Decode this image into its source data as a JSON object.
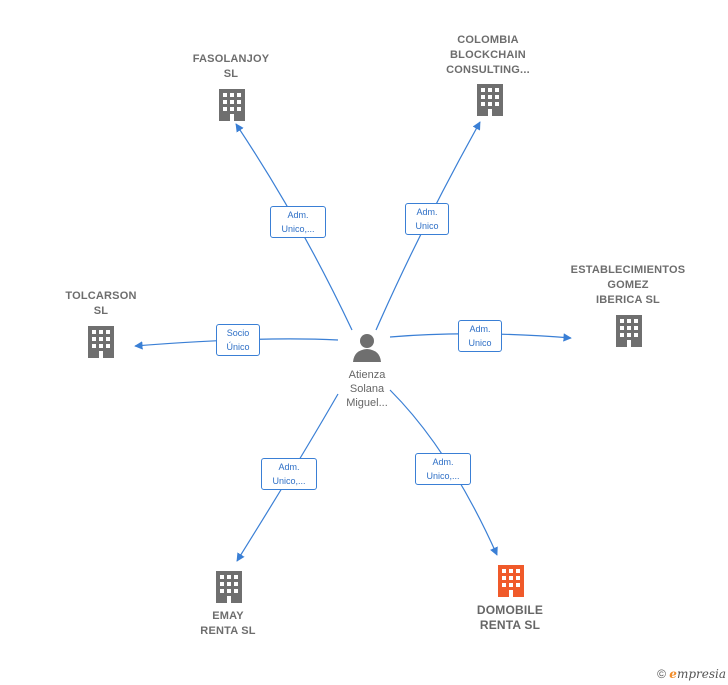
{
  "center": {
    "name_lines": [
      "Atienza",
      "Solana",
      "Miguel..."
    ],
    "icon": "person-icon"
  },
  "companies": [
    {
      "id": "fasolanjoy",
      "lines": [
        "FASOLANJOY",
        "SL"
      ],
      "icon": "building-icon",
      "color": "#6f6f6f"
    },
    {
      "id": "colombia",
      "lines": [
        "COLOMBIA",
        "BLOCKCHAIN",
        "CONSULTING..."
      ],
      "icon": "building-icon",
      "color": "#6f6f6f"
    },
    {
      "id": "tolcarson",
      "lines": [
        "TOLCARSON",
        "SL"
      ],
      "icon": "building-icon",
      "color": "#6f6f6f"
    },
    {
      "id": "establecimientos",
      "lines": [
        "ESTABLECIMIENTOS",
        "GOMEZ",
        "IBERICA SL"
      ],
      "icon": "building-icon",
      "color": "#6f6f6f"
    },
    {
      "id": "emay",
      "lines": [
        "EMAY",
        "RENTA SL"
      ],
      "icon": "building-icon",
      "color": "#6f6f6f"
    },
    {
      "id": "domobile",
      "lines": [
        "DOMOBILE",
        "RENTA SL"
      ],
      "icon": "building-icon",
      "color": "#f05a2a"
    }
  ],
  "relations": [
    {
      "to": "fasolanjoy",
      "lines": [
        "Adm.",
        "Unico,..."
      ]
    },
    {
      "to": "colombia",
      "lines": [
        "Adm.",
        "Unico"
      ]
    },
    {
      "to": "tolcarson",
      "lines": [
        "Socio",
        "Único"
      ]
    },
    {
      "to": "establecimientos",
      "lines": [
        "Adm.",
        "Unico"
      ]
    },
    {
      "to": "emay",
      "lines": [
        "Adm.",
        "Unico,..."
      ]
    },
    {
      "to": "domobile",
      "lines": [
        "Adm.",
        "Unico,..."
      ]
    }
  ],
  "colors": {
    "edge": "#3a7fd5",
    "building": "#6f6f6f",
    "highlight": "#f05a2a",
    "person": "#6f6f6f"
  },
  "footer": {
    "copyright": "©",
    "brand_initial": "e",
    "brand_rest": "mpresia"
  }
}
